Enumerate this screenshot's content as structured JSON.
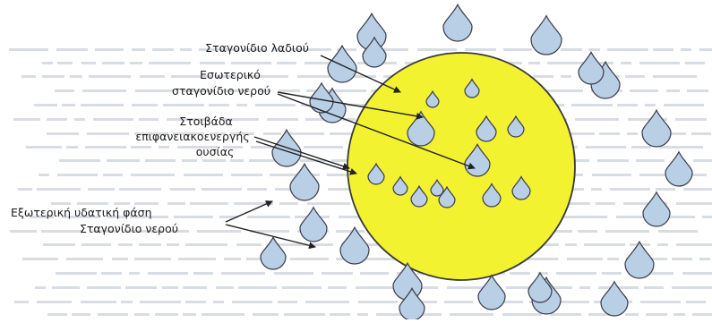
{
  "labels": {
    "oil_droplet": "Σταγονίδιο λαδιού",
    "inner_water_line1": "Εσωτερικό",
    "inner_water_line2": "σταγονίδιο νερού",
    "surfactant_line1": "Στοιβάδα",
    "surfactant_line2": "επιφανειακοενεργής",
    "surfactant_line3": "ουσίας",
    "outer_phase_line1": "Εξωτερική υδατική φάση",
    "outer_phase_line2": "Σταγονίδιο νερού"
  },
  "colors": {
    "oil_fill": "#f2f231",
    "water_fill": "#b8cfe6",
    "water_edge": "#3a3a4a",
    "arrow": "#222222",
    "bg_text": "#b9c2cf"
  }
}
